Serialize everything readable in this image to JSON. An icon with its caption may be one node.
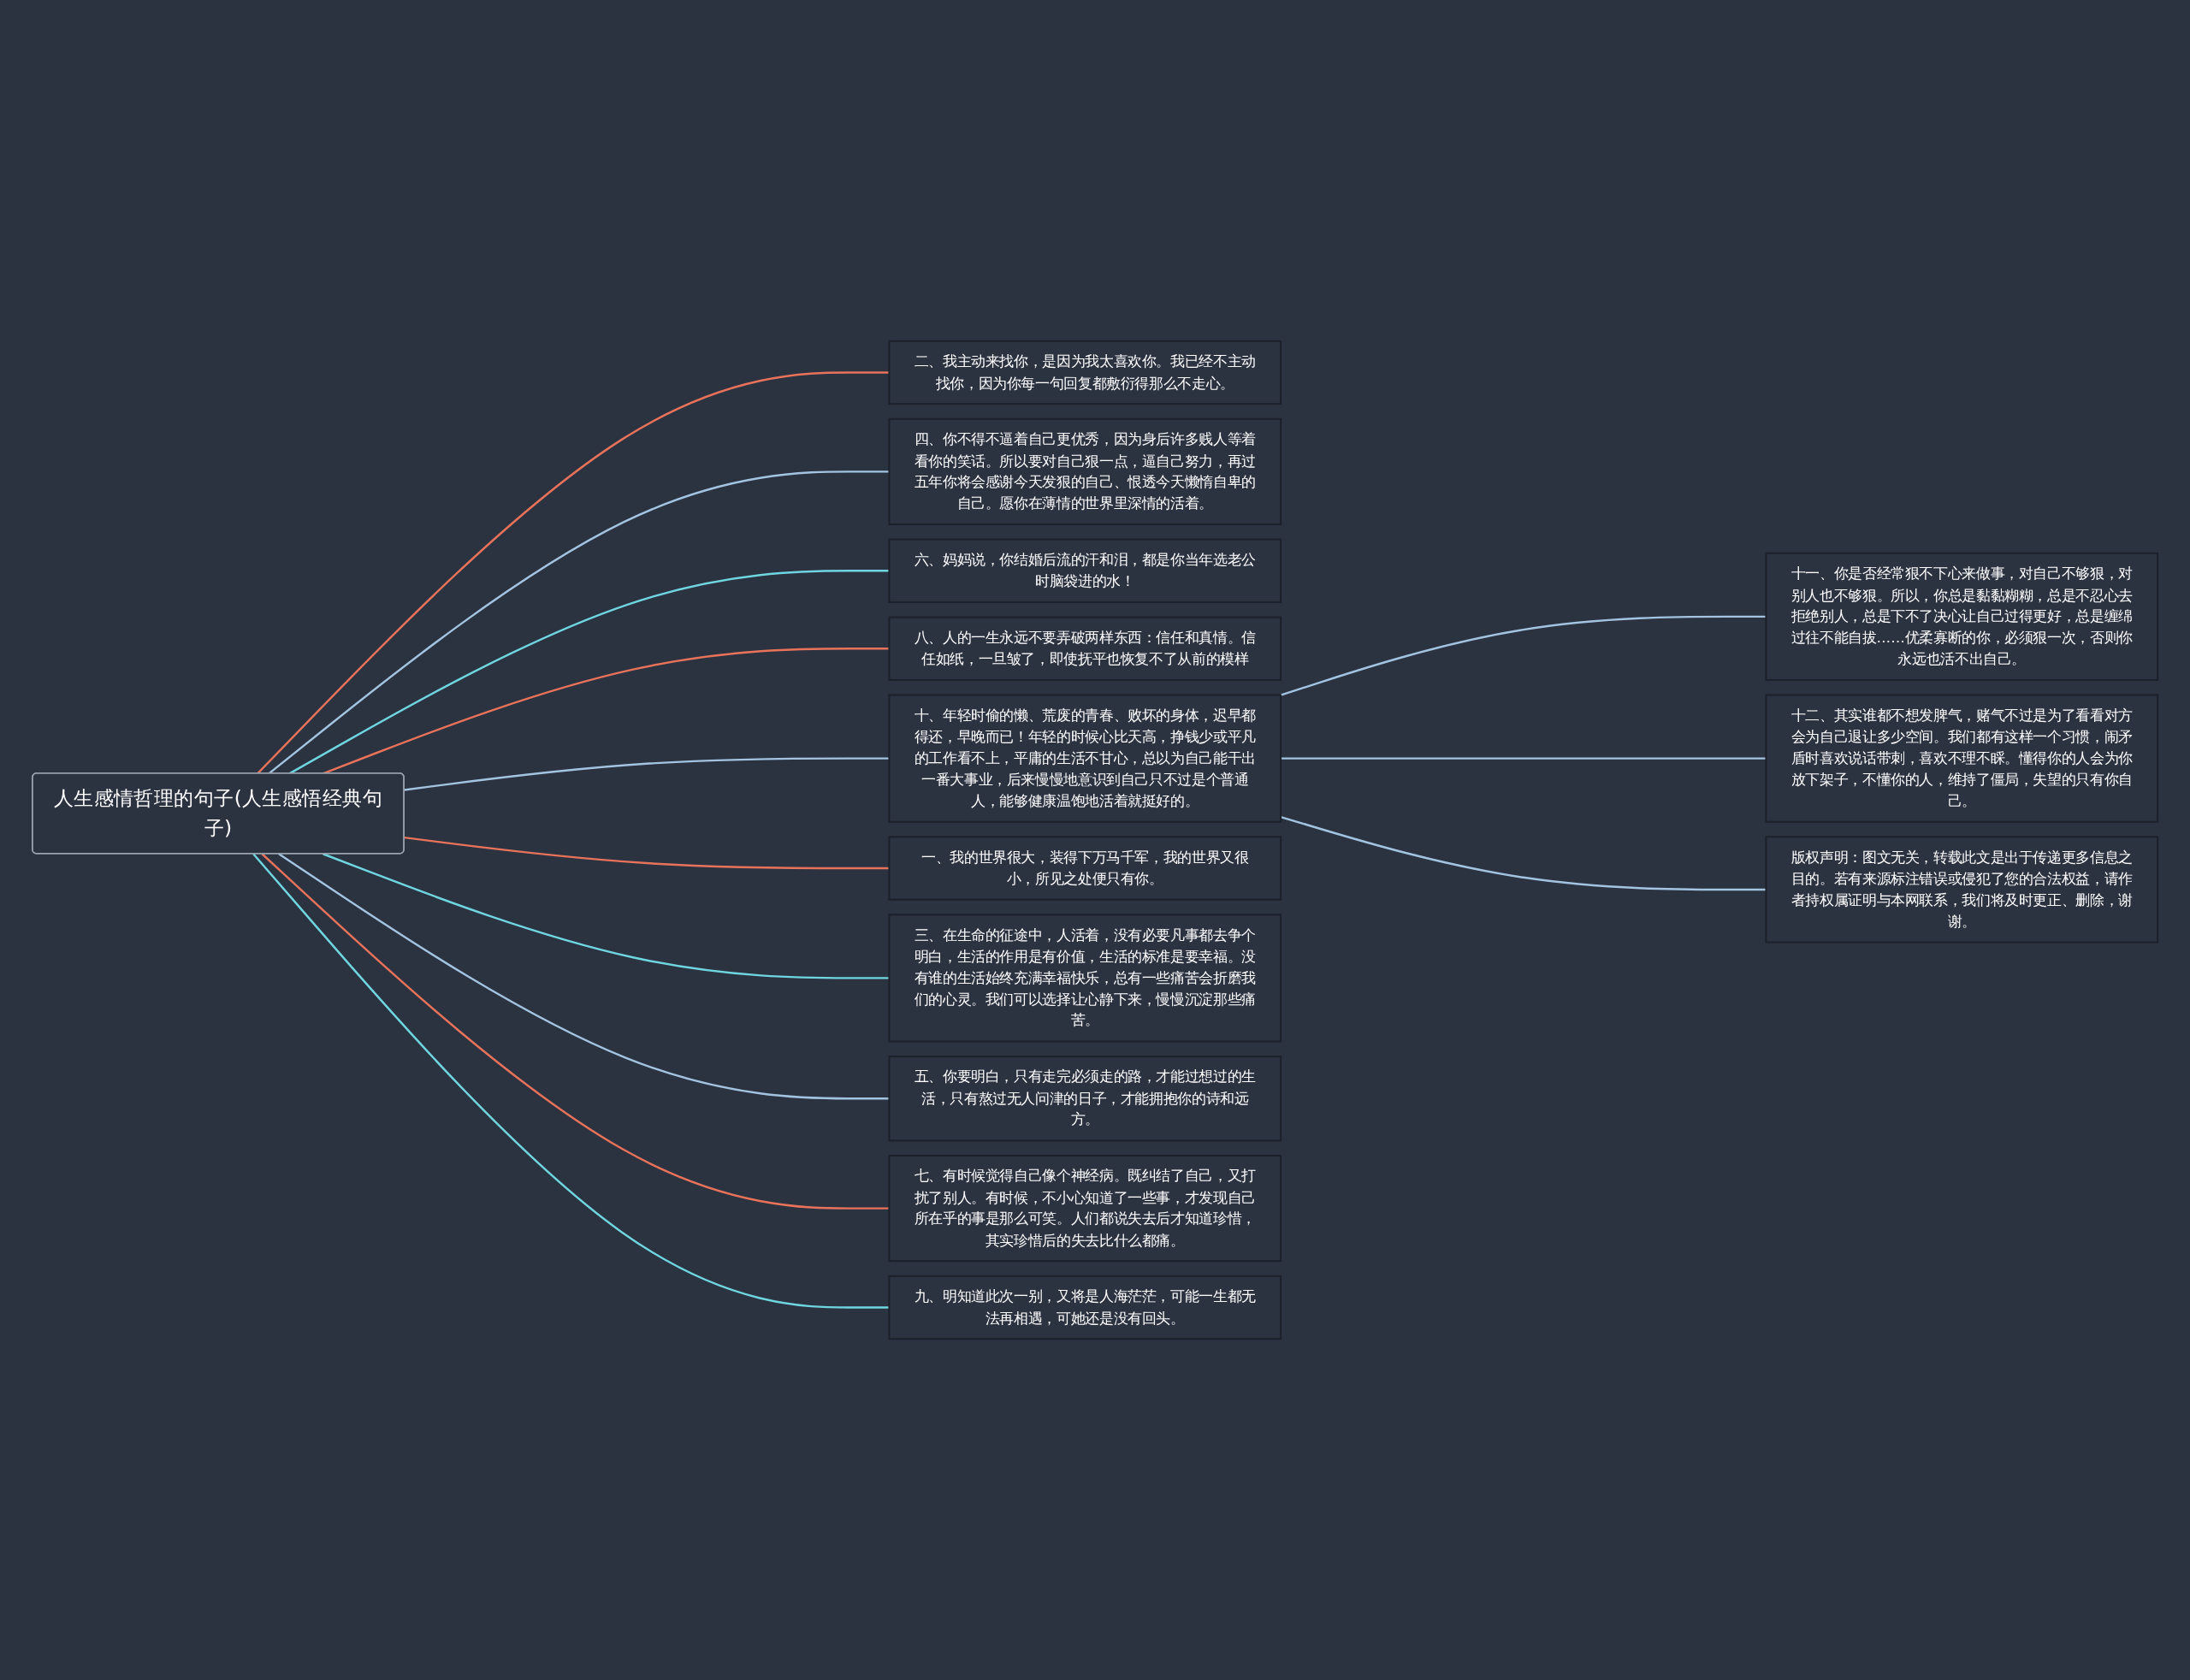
{
  "diagram": {
    "nodes": [
      {
        "text": [
          "人生感情哲理的句子(人生感悟经典句子)"
        ]
      },
      {
        "text": [
          "二、我主动来找你，是因为我太喜欢你。我已经不主动找你，因为你每一句回复都敷衍得那么不走心。"
        ]
      },
      {
        "text": [
          "四、你不得不逼着自己更优秀，因为身后许多贱人等着看你的笑话。所以要对自己狠一点，逼自己努力，再过五年你将会感谢今天发狠的自己、恨透今天懒惰自卑的自己。愿你在薄情的世界里深情的活着。"
        ]
      },
      {
        "text": [
          "六、妈妈说，你结婚后流的汗和泪，都是你当年选老公时脑袋进的水！"
        ]
      },
      {
        "text": [
          "八、人的一生永远不要弄破两样东西：信任和真情。信任如纸，一旦皱了，即使抚平也恢复不了从前的模样"
        ]
      },
      {
        "text": [
          "十、年轻时偷的懒、荒废的青春、败坏的身体，迟早都得还，早晚而已！年轻的时候心比天高，挣钱少或平凡的工作看不上，平庸的生活不甘心，总以为自己能干出一番大事业，后来慢慢地意识到自己只不过是个普通人，能够健康温饱地活着就挺好的。"
        ]
      },
      {
        "text": [
          "一、我的世界很大，装得下万马千军，我的世界又很小，所见之处便只有你。"
        ]
      },
      {
        "text": [
          "三、在生命的征途中，人活着，没有必要凡事都去争个明白，生活的作用是有价值，生活的标准是要幸福。没有谁的生活始终充满幸福快乐，总有一些痛苦会折磨我们的心灵。我们可以选择让心静下来，慢慢沉淀那些痛苦。"
        ]
      },
      {
        "text": [
          "五、你要明白，只有走完必须走的路，才能过想过的生活，只有熬过无人问津的日子，才能拥抱你的诗和远方。"
        ]
      },
      {
        "text": [
          "七、有时候觉得自己像个神经病。既纠结了自己，又打扰了别人。有时候，不小心知道了一些事，才发现自己所在乎的事是那么可笑。人们都说失去后才知道珍惜，其实珍惜后的失去比什么都痛。"
        ]
      },
      {
        "text": [
          "九、明知道此次一别，又将是人海茫茫，可能一生都无法再相遇，可她还是没有回头。"
        ]
      },
      {
        "text": [
          "十一、你是否经常狠不下心来做事，对自己不够狠，对别人也不够狠。所以，你总是黏黏糊糊，总是不忍心去拒绝别人，总是下不了决心让自己过得更好，总是缠绵过往不能自拔……优柔寡断的你，必须狠一次，否则你永远也活不出自己。"
        ]
      },
      {
        "text": [
          "十二、其实谁都不想发脾气，赌气不过是为了看看对方会为自己退让多少空间。我们都有这样一个习惯，闹矛盾时喜欢说话带刺，喜欢不理不睬。懂得你的人会为你放下架子，不懂你的人，维持了僵局，失望的只有你自己。"
        ]
      },
      {
        "text": [
          "版权声明：图文无关，转载此文是出于传递更多信息之目的。若有来源标注错误或侵犯了您的合法权益，请作者持权属证明与本网联系，我们将及时更正、删除，谢谢。"
        ]
      }
    ],
    "edges": [
      {
        "from": 0,
        "to": 1,
        "arrow": "none",
        "color": "#e8735a"
      },
      {
        "from": 0,
        "to": 2,
        "arrow": "none"
      },
      {
        "from": 0,
        "to": 3,
        "arrow": "none",
        "color": "#6fd6e0"
      },
      {
        "from": 0,
        "to": 4,
        "arrow": "none",
        "color": "#e8735a"
      },
      {
        "from": 0,
        "to": 5,
        "arrow": "none"
      },
      {
        "from": 0,
        "to": 6,
        "arrow": "none",
        "color": "#e8735a"
      },
      {
        "from": 0,
        "to": 7,
        "arrow": "none",
        "color": "#6fd6e0"
      },
      {
        "from": 0,
        "to": 8,
        "arrow": "none"
      },
      {
        "from": 0,
        "to": 9,
        "arrow": "none",
        "color": "#e8735a"
      },
      {
        "from": 0,
        "to": 10,
        "arrow": "none",
        "color": "#6fd6e0"
      },
      {
        "from": 5,
        "to": 11,
        "arrow": "none"
      },
      {
        "from": 5,
        "to": 12,
        "arrow": "none"
      },
      {
        "from": 5,
        "to": 13,
        "arrow": "none"
      }
    ]
  }
}
